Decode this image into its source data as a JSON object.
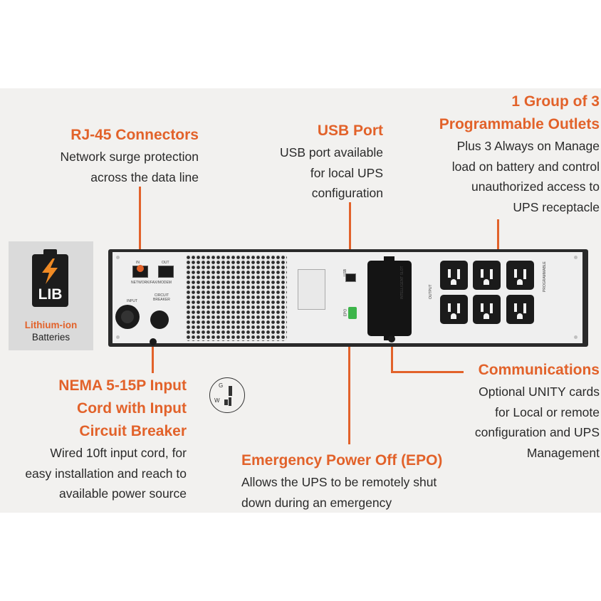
{
  "callouts": {
    "rj45": {
      "title": "RJ-45 Connectors",
      "desc": "Network surge protection\nacross the data line"
    },
    "usb": {
      "title": "USB Port",
      "desc": "USB port available\nfor local UPS\nconfiguration"
    },
    "outlets": {
      "title": "1 Group of 3\nProgrammable Outlets",
      "desc": "Plus 3 Always on Manage\nload on battery and control\nunauthorized access to\nUPS receptacle"
    },
    "communications": {
      "title": "Communications",
      "desc": "Optional UNITY cards\nfor Local or remote\nconfiguration and UPS\nManagement"
    },
    "nema": {
      "title": "NEMA 5-15P Input\nCord with Input\nCircuit Breaker",
      "desc": "Wired 10ft input cord, for\neasy installation and reach to\navailable power source"
    },
    "epo": {
      "title": "Emergency Power Off (EPO)",
      "desc": "Allows the UPS to be remotely shut\ndown during an emergency"
    }
  },
  "lib_badge": {
    "label": "LIB",
    "line1": "Lithium-ion",
    "line2": "Batteries"
  },
  "panel_labels": {
    "in": "IN",
    "out": "OUT",
    "network": "NETWORK/FAX/MODEM",
    "input": "INPUT",
    "breaker": "CIRCUIT\nBREAKER",
    "usb": "USB",
    "epo": "EPO",
    "intelligent_slot": "INTELLIGENT SLOT",
    "output": "OUTPUT",
    "programmable": "PROGRAMMABLE"
  },
  "plug_pins": {
    "g": "G",
    "w": "W"
  },
  "colors": {
    "accent": "#e2622a",
    "panel": "#f2f1ef",
    "epo_green": "#3cb54a",
    "ups_body": "#2a2a2a"
  },
  "icons": [
    "lightning-bolt-icon",
    "battery-icon",
    "nema-plug-icon"
  ]
}
